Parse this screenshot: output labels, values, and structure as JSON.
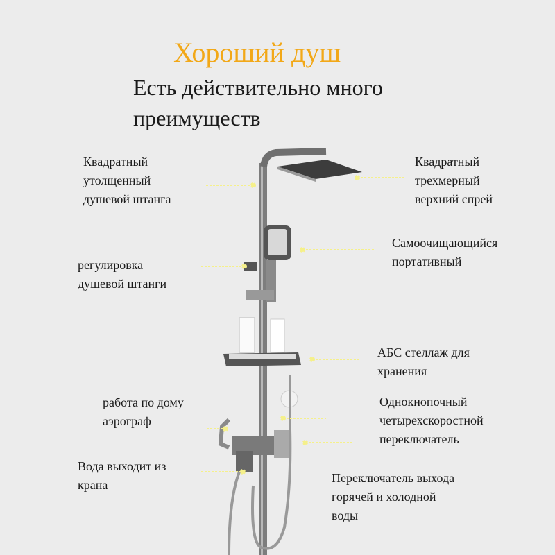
{
  "title": "Хороший душ",
  "subtitle": [
    "Есть действительно много",
    "преимуществ"
  ],
  "labels": {
    "bar": [
      "Квадратный",
      "утолщенный",
      "душевой штанга"
    ],
    "top_spray": [
      "Квадратный",
      "трехмерный",
      "верхний спрей"
    ],
    "handheld": [
      "Самоочищающийся",
      "портативный"
    ],
    "adjust": [
      "регулировка",
      "душевой штанги"
    ],
    "shelf": [
      "АБС стеллаж для",
      "хранения"
    ],
    "sprayer": [
      "работа по дому",
      "аэрограф"
    ],
    "switch": [
      "Однокнопочный",
      "четырехскоростной",
      "переключатель"
    ],
    "tap": [
      "Вода выходит из",
      "крана"
    ],
    "hotcold": [
      "Переключатель выхода",
      "горячей и холодной",
      "воды"
    ]
  },
  "colors": {
    "title": "#f2a818",
    "pointer": "#f5f08a"
  }
}
